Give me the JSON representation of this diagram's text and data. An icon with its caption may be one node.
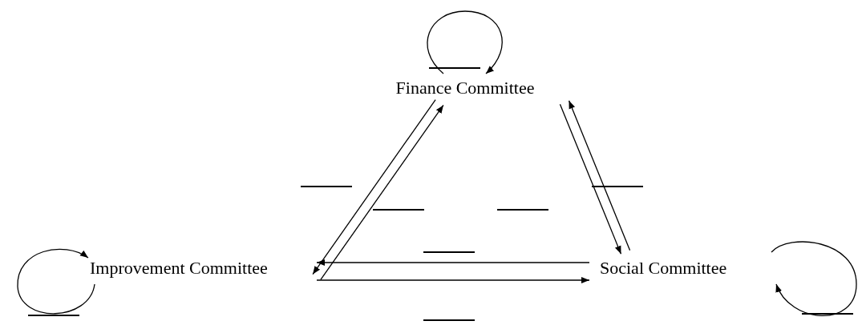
{
  "diagram": {
    "nodes": [
      {
        "text": [
          "Finance Committee"
        ]
      },
      {
        "text": [
          "Improvement Committee"
        ]
      },
      {
        "text": [
          "Social Committee"
        ]
      }
    ],
    "edges": [
      {
        "from": 0,
        "to": 0,
        "arrow": "to"
      },
      {
        "from": 1,
        "to": 1,
        "arrow": "to"
      },
      {
        "from": 2,
        "to": 2,
        "arrow": "to"
      },
      {
        "from": 1,
        "to": 0,
        "arrow": "to"
      },
      {
        "from": 0,
        "to": 1,
        "arrow": "to"
      },
      {
        "from": 2,
        "to": 0,
        "arrow": "to"
      },
      {
        "from": 0,
        "to": 2,
        "arrow": "to"
      },
      {
        "from": 1,
        "to": 2,
        "arrow": "to"
      },
      {
        "from": 2,
        "to": 1,
        "arrow": "to"
      }
    ]
  }
}
